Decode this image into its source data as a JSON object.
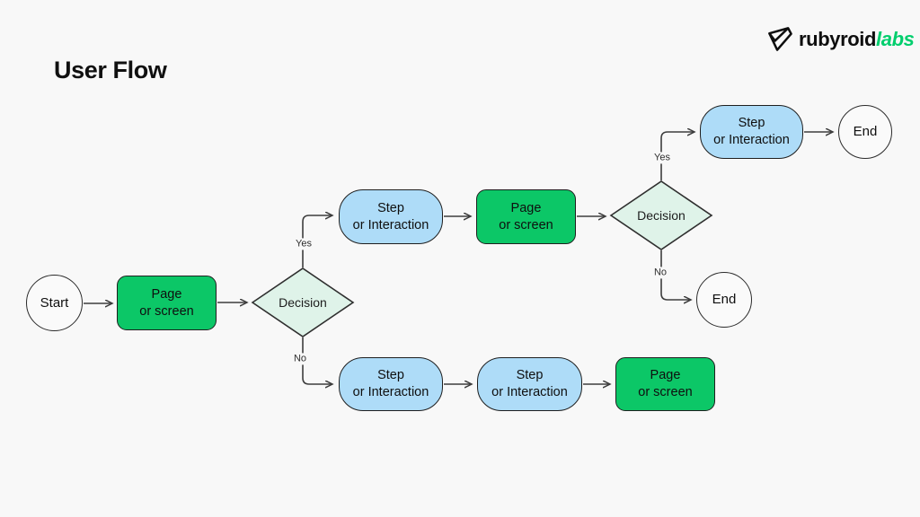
{
  "page": {
    "title": "User Flow"
  },
  "logo": {
    "brand": "rubyroid",
    "suffix": "labs"
  },
  "colors": {
    "bg": "#F8F8F8",
    "green_node": "#0CC767",
    "blue_node": "#AEDCF8",
    "diamond_fill": "#DFF3E9",
    "stroke": "#3D3D3D",
    "logo_green": "#00CE6D",
    "text": "#111111"
  },
  "diagram": {
    "nodes": {
      "start": "Start",
      "page_screen_1": "Page\nor screen",
      "decision_1": "Decision",
      "step_interaction_mid": "Step\nor Interaction",
      "page_screen_2": "Page\nor screen",
      "decision_2": "Decision",
      "step_interaction_top": "Step\nor Interaction",
      "end_1": "End",
      "end_2": "End",
      "step_interaction_bottom_1": "Step\nor Interaction",
      "step_interaction_bottom_2": "Step\nor Interaction",
      "page_screen_3": "Page\nor screen"
    },
    "edge_labels": {
      "yes_1": "Yes",
      "no_1": "No",
      "yes_2": "Yes",
      "no_2": "No"
    }
  }
}
